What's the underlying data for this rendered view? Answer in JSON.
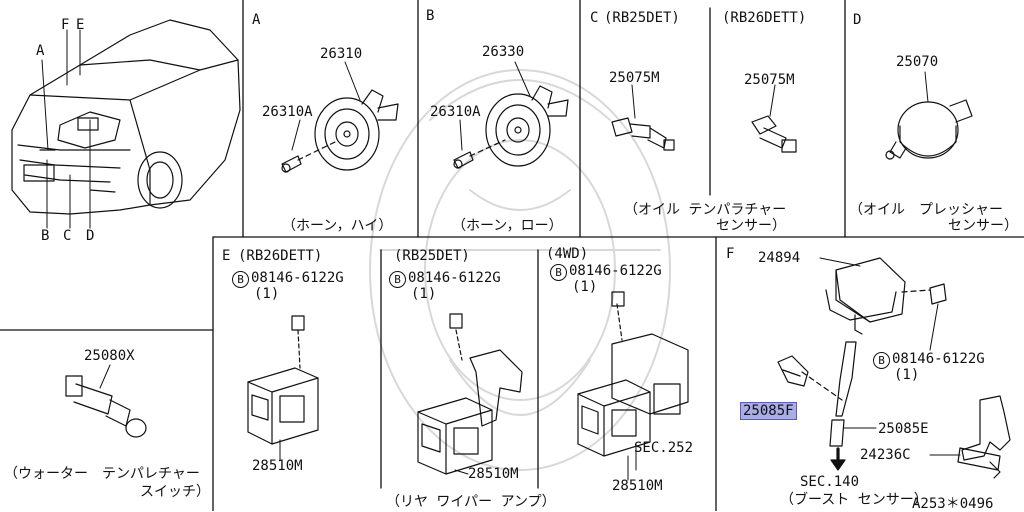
{
  "doc_code": "A253＊0496",
  "colors": {
    "line": "#111111",
    "highlight": "#a9ace6",
    "watermark": "#d8d8d8"
  },
  "car": {
    "letters": [
      "A",
      "F",
      "E",
      "B",
      "C",
      "D"
    ]
  },
  "panels": {
    "A": {
      "letter": "A",
      "part_main": "26310",
      "part_bolt": "26310A",
      "caption": "（ホーン，ハイ）"
    },
    "B": {
      "letter": "B",
      "part_main": "26330",
      "part_bolt": "26310A",
      "caption": "（ホーン，ロー）"
    },
    "C": {
      "letter": "C",
      "variant1": "(RB25DET)",
      "variant2": "(RB26DETT)",
      "part1": "25075M",
      "part2": "25075M",
      "caption_line1": "（オイル テンパラチャー",
      "caption_line2": "センサー）"
    },
    "D": {
      "letter": "D",
      "part": "25070",
      "caption_line1": "（オイル　プレッシャー",
      "caption_line2": "センサー）"
    },
    "E": {
      "letter": "E",
      "variant1": "(RB26DETT)",
      "variant2": "(RB25DET)",
      "variant3": "(4WD)",
      "bolt_code": "08146-6122G",
      "bolt_circle": "B",
      "bolt_qty": "(1)",
      "unit_part": "28510M",
      "sec": "SEC.252",
      "caption": "（リヤ ワイパー アンプ）"
    },
    "water": {
      "part": "25080X",
      "caption_line1": "（ウォーター　テンパレチャー",
      "caption_line2": "スイッチ）"
    },
    "F": {
      "letter": "F",
      "part_tank": "24894",
      "part_bracket": "25085F",
      "part_hose": "25085E",
      "part_harness": "24236C",
      "bolt_code": "08146-6122G",
      "bolt_circle": "B",
      "bolt_qty": "(1)",
      "sec": "SEC.140",
      "caption": "（ブースト センサー）"
    }
  }
}
